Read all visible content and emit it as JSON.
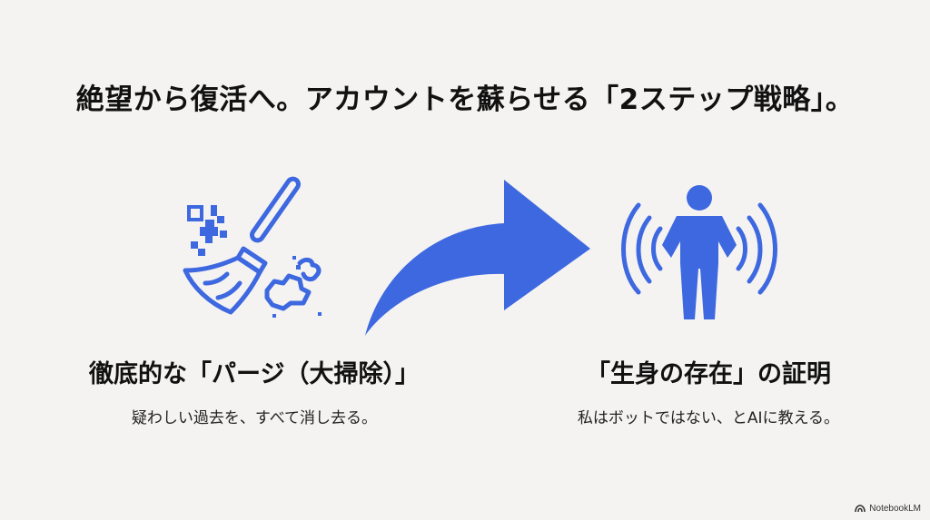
{
  "slide": {
    "title": "絶望から復活へ。アカウントを蘇らせる「2ステップ戦略」。",
    "accent_color": "#3d68e0",
    "background_color": "#f4f3f1",
    "steps": [
      {
        "icon": "broom-icon",
        "heading": "徹底的な「パージ（大掃除）」",
        "description": "疑わしい過去を、すべて消し去る。"
      },
      {
        "icon": "person-signal-icon",
        "heading": "「生身の存在」の証明",
        "description": "私はボットではない、とAIに教える。"
      }
    ],
    "connector_icon": "curved-arrow-right-icon"
  },
  "watermark": {
    "label": "NotebookLM",
    "icon": "notebooklm-logo-icon"
  }
}
